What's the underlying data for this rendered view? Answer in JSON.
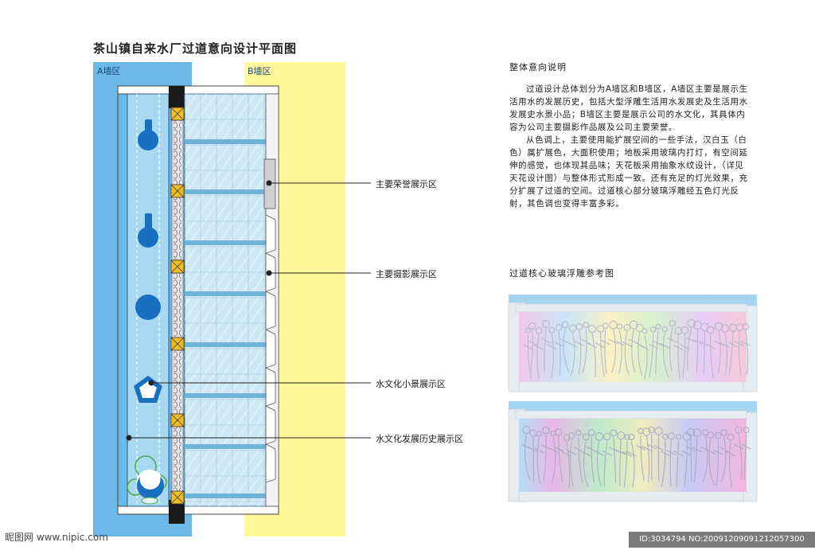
{
  "title": "茶山镇自来水厂过道意向设计平面图",
  "zones": {
    "a_wall": "A墙区",
    "b_wall": "B墙区"
  },
  "callouts": [
    "主要荣誉展示区",
    "主要摄影展示区",
    "水文化小景展示区",
    "水文化发展历史展示区"
  ],
  "description": {
    "heading": "整体意向说明",
    "paragraphs": [
      "过道设计总体划分为A墙区和B墙区，A墙区主要是展示生活用水的发展历史，包括大型浮雕生活用水发展史及生活用水发展史水景小品；B墙区主要是展示公司的水文化，其具体内容为公司主要摄影作品展及公司主要荣誉。",
      "从色调上，主要使用能扩展空间的一些手法，汉白玉（白色）属扩展色，大面积使用；地板采用玻璃内打灯，有空间延伸的感觉，也体现其品味；天花板采用抽象水纹设计，（详见天花设计图）与整体形式形成一致。还有充足的灯光效果，充分扩展了过道的空间。过道核心部分玻璃浮雕经五色灯光反射，其色调也变得丰富多彩。"
    ]
  },
  "reference": {
    "heading": "过道核心玻璃浮雕参考图"
  },
  "watermark": {
    "left": "昵图网 www.nipic.com",
    "right": "ID:3034794 NO:20091209091212057300"
  },
  "colors": {
    "a_zone": "#6cb8e6",
    "b_zone": "#fff79a",
    "glass": "#cfe8f6",
    "glass_band": "#6fb3d8",
    "blue_marker": "#1a70c0",
    "node_yellow": "#f0c020"
  }
}
